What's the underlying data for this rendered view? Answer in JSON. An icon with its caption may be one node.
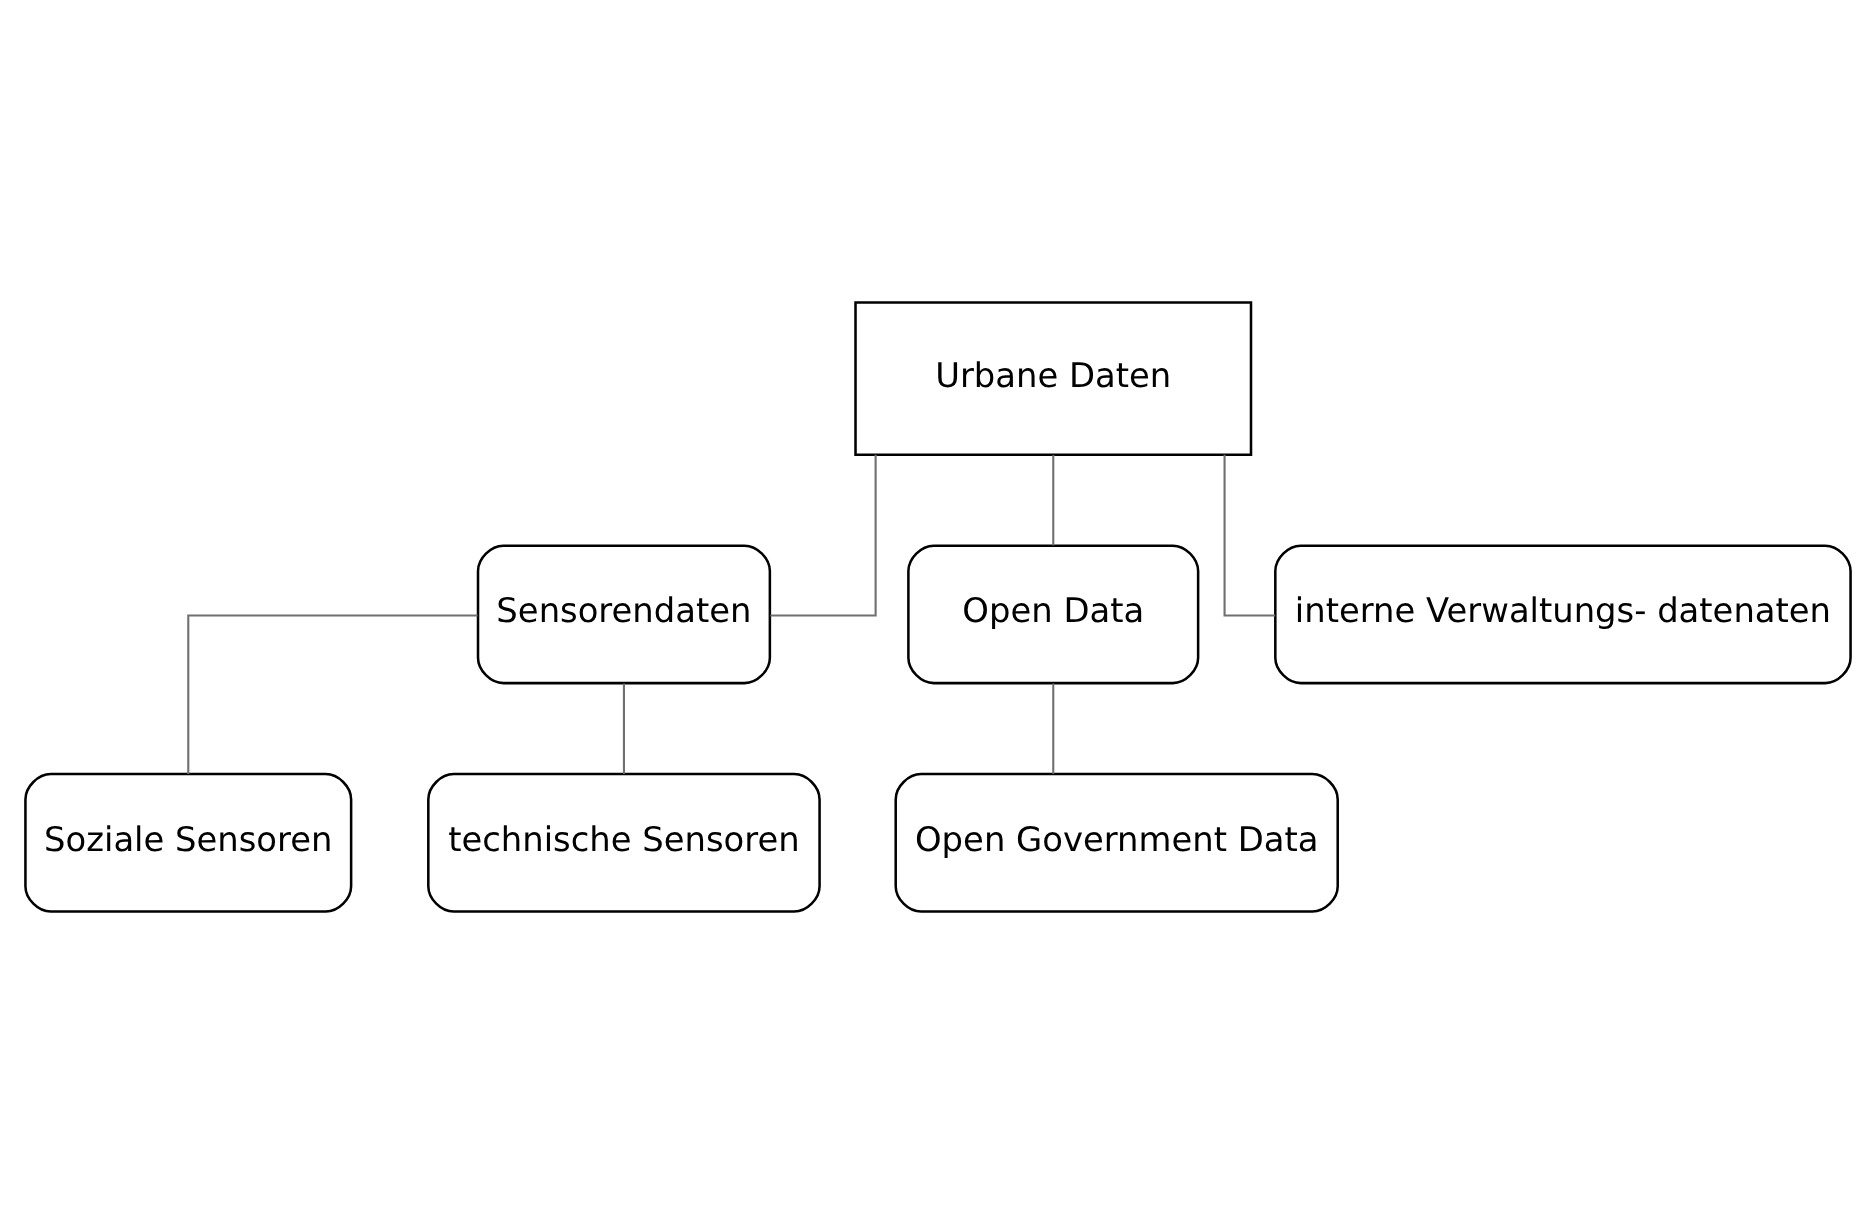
{
  "diagram": {
    "nodes": [
      {
        "text": [
          "Urbane Daten"
        ]
      },
      {
        "text": [
          "Sensorendaten"
        ]
      },
      {
        "text": [
          "Open Data"
        ]
      },
      {
        "text": [
          "interne Verwaltungs- datenaten"
        ]
      },
      {
        "text": [
          "Soziale Sensoren"
        ]
      },
      {
        "text": [
          "technische Sensoren"
        ]
      },
      {
        "text": [
          "Open Government Data"
        ]
      }
    ],
    "edges": [
      {
        "from": 0,
        "to": 1,
        "arrow": "none"
      },
      {
        "from": 0,
        "to": 2,
        "arrow": "none"
      },
      {
        "from": 0,
        "to": 3,
        "arrow": "none"
      },
      {
        "from": 1,
        "to": 4,
        "arrow": "none"
      },
      {
        "from": 1,
        "to": 5,
        "arrow": "none"
      },
      {
        "from": 2,
        "to": 6,
        "arrow": "none"
      }
    ]
  }
}
